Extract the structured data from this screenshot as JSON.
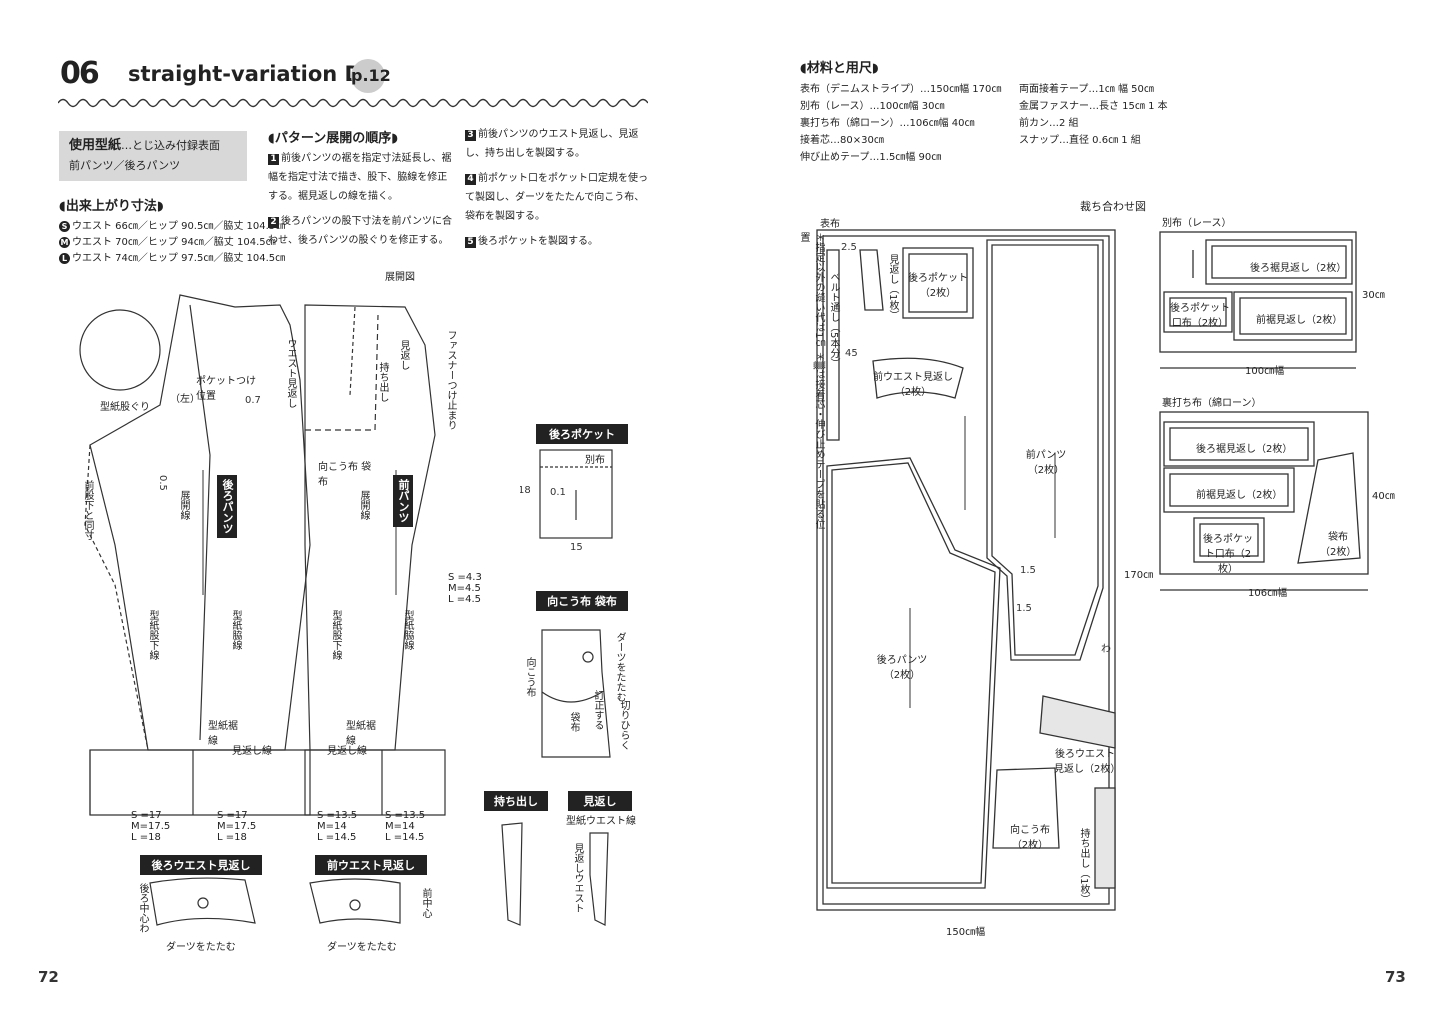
{
  "left": {
    "header": {
      "number": "06",
      "title": "straight-variation D",
      "page_ref": "p.12"
    },
    "pattern_box": {
      "title": "使用型紙",
      "detail": "…とじ込み付録表面",
      "pieces": "前パンツ／後ろパンツ"
    },
    "finished_size": {
      "heading": "出来上がり寸法",
      "rows": [
        {
          "size": "S",
          "text": "ウエスト 66㎝／ヒップ 90.5㎝／脇丈 104.5㎝"
        },
        {
          "size": "M",
          "text": "ウエスト 70㎝／ヒップ 94㎝／脇丈 104.5㎝"
        },
        {
          "size": "L",
          "text": "ウエスト 74㎝／ヒップ 97.5㎝／脇丈 104.5㎝"
        }
      ]
    },
    "steps": {
      "heading": "パターン展開の順序",
      "items": [
        {
          "n": "1",
          "text": "前後パンツの裾を指定寸法延長し、裾幅を指定寸法で描き、股下、脇線を修正する。裾見返しの線を描く。"
        },
        {
          "n": "2",
          "text": "後ろパンツの股下寸法を前パンツに合わせ、後ろパンツの股ぐりを修正する。"
        },
        {
          "n": "3",
          "text": "前後パンツのウエスト見返し、見返し、持ち出しを製図する。"
        },
        {
          "n": "4",
          "text": "前ポケット口をポケット口定規を使って製図し、ダーツをたたんで向こう布、袋布を製図する。"
        },
        {
          "n": "5",
          "text": "後ろポケットを製図する。"
        }
      ]
    },
    "diagram": {
      "title": "展開図",
      "back_pants": "後ろパンツ",
      "front_pants": "前パンツ",
      "labels": {
        "pattern_crotch": "型紙股ぐり",
        "front_crotch_same": "前股下と同寸",
        "expand_line": "展開線",
        "pocket_position": "ポケットつけ位置",
        "left": "（左）",
        "back_waist_facing_line": "ウエスト見返し",
        "mukou_fukuro": "向こう布 袋布",
        "facing": "見返し",
        "mochidashi": "持ち出し",
        "zipper_stop": "ファスナーつけ止まり",
        "inseam": "型紙股下線",
        "side": "型紙脇線",
        "hem_line": "型紙裾線",
        "hem_facing_line": "見返し線",
        "size_back": [
          "S =17",
          "M=17.5",
          "L =18"
        ],
        "size_front": [
          "S =13.5",
          "M=14",
          "L =14.5"
        ],
        "size_side": [
          "S =4.3",
          "M=4.5",
          "L =4.5"
        ]
      },
      "back_pocket": "後ろポケット",
      "back_pocket_separate": "別布",
      "mukou_fukuro_title": "向こう布 袋布",
      "mukou_label": "向こう布",
      "fukuro_label": "袋布",
      "dart_fold": "ダーツをたたむ",
      "cut_open": "切りひらく",
      "sew_stop": "訂正する",
      "mochidashi_title": "持ち出し",
      "mikaeshi_title": "見返し",
      "pattern_waist_line": "型紙ウエスト線",
      "facing_waist": "見返しウエスト",
      "back_waist_facing": "後ろウエスト見返し",
      "front_waist_facing": "前ウエスト見返し",
      "back_center": "後ろ中心わ",
      "front_center": "前中心",
      "dart_fold_2": "ダーツをたたむ"
    },
    "page_number": "72"
  },
  "right": {
    "materials": {
      "heading": "材料と用尺",
      "col1": [
        "表布（デニムストライプ）…150㎝幅 170㎝",
        "別布（レース）…100㎝幅 30㎝",
        "裏打ち布（綿ローン）…106㎝幅 40㎝",
        "接着芯…80×30㎝",
        "伸び止めテープ…1.5㎝幅 90㎝"
      ],
      "col2": [
        "両面接着テープ…1㎝ 幅 50㎝",
        "金属ファスナー…長さ 15㎝ 1 本",
        "前カン…2 組",
        "スナップ…直径 0.6㎝ 1 組"
      ]
    },
    "layout": {
      "title": "裁ち合わせ図",
      "outer_label": "表布",
      "note": "＊指定以外の縫い代は1㎝ ＊▒は接着芯・伸び止めテープを貼る位置",
      "outer_width": "150㎝幅",
      "outer_length": "170㎝",
      "pieces_outer": {
        "belt": "ベルト通し（5本分）",
        "facing": "見返し（1枚）",
        "back_pocket": "後ろポケット（2枚）",
        "front_waist_facing": "前ウエスト見返し（2枚）",
        "front_pants": "前パンツ（2枚）",
        "back_pants": "後ろパンツ（2枚）",
        "back_waist_facing": "後ろウエスト見返し（2枚）",
        "mukou": "向こう布（2枚）",
        "mochidashi": "持ち出し（1枚）"
      },
      "lace_label": "別布（レース）",
      "lace_pieces": {
        "back_hem": "後ろ裾見返し（2枚）",
        "back_pocket_lining": "後ろポケット口布（2枚）",
        "front_hem": "前裾見返し（2枚）"
      },
      "lace_width": "100㎝幅",
      "lace_length": "30㎝",
      "lining_label": "裏打ち布（綿ローン）",
      "lining_pieces": {
        "back_hem": "後ろ裾見返し（2枚）",
        "front_hem": "前裾見返し（2枚）",
        "back_pocket_lining": "後ろポケット口布（2枚）",
        "fukuro": "袋布（2枚）"
      },
      "lining_width": "106㎝幅",
      "lining_length": "40㎝",
      "wa": "わ"
    },
    "page_number": "73"
  }
}
